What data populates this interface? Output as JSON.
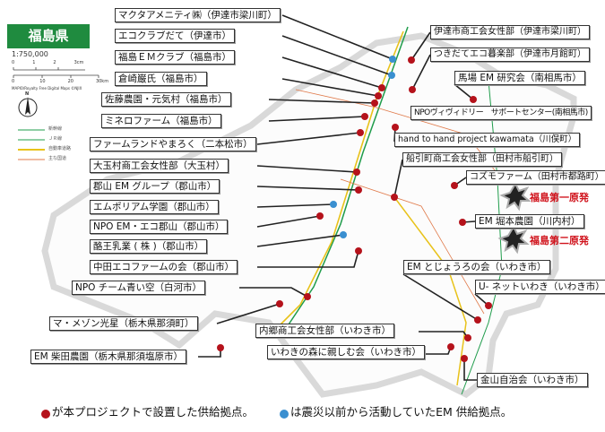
{
  "title": "福島県",
  "scale": {
    "ratio": "1:750,000",
    "cm_ticks": [
      "0",
      "1",
      "2",
      "3cm"
    ],
    "km_ticks": [
      "0",
      "10",
      "20",
      "30km"
    ],
    "credit": "MAPIO/Royalty Free Digital Maps ©NJIX"
  },
  "compass": "N",
  "legend": [
    "新幹線",
    "ＪＲ線",
    "自動車道路",
    "主な国道"
  ],
  "colors": {
    "project_marker": "#b5121b",
    "prior_marker": "#3a8fd0",
    "plant_text": "#d0121b",
    "title_bg": "#1f8b3f"
  },
  "left_labels": [
    "マクタアメニティ㈱（伊達市梁川町）",
    "エコクラブだて（伊達市）",
    "福島ＥＭクラブ（福島市）",
    "倉崎巌氏（福島市）",
    "佐藤農園・元気村（福島市）",
    "ミネロファーム（福島市）",
    "ファームランドやまろく（二本松市）",
    "大玉村商工会女性部（大玉村）",
    "郡山 EM グループ（郡山市）",
    "エムポリアム学園（郡山市）",
    "NPO EM・エコ郡山（郡山市）",
    "酪王乳業 ( 株 )（郡山市）",
    "中田エコファームの会（郡山市）",
    "NPO チーム青い空（白河市）",
    "マ・メゾン光星（栃木県那須町）",
    "EM 柴田農園（栃木県那須塩原市）"
  ],
  "right_labels": [
    "伊達市商工会女性部（伊達市梁川町）",
    "つきだてエコ暮楽部（伊達市月館町）",
    "馬場 EM 研究会（南相馬市）",
    "NPOヴィヴィドリー　サポートセンター(南相馬市)",
    "hand to hand project kawamata（川俣町）",
    "船引町商工会女性部（田村市船引町）",
    "コズモファーム（田村市都路町）",
    "EM 堀本農園（川内村）",
    "EM とじょうろの会（いわき市）",
    "U- ネットいわき（いわき市）",
    "内郷商工会女性部（いわき市）",
    "いわきの森に親しむ会（いわき市）",
    "金山自治会（いわき市）"
  ],
  "plants": [
    "福島第一原発",
    "福島第二原発"
  ],
  "footer": {
    "part1": "が本プロジェクトで設置した供給拠点。",
    "part2": "は震災以前から活動していたEM 供給拠点。"
  }
}
